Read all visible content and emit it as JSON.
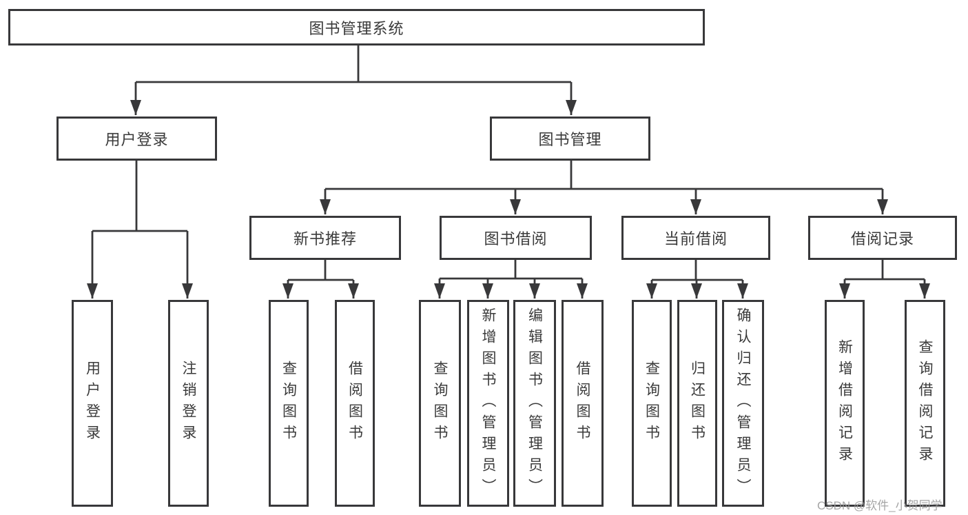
{
  "tree": {
    "root": "图书管理系统",
    "branches": [
      {
        "label": "用户登录",
        "children": [
          "用户登录",
          "注销登录"
        ]
      },
      {
        "label": "图书管理",
        "groups": [
          {
            "label": "新书推荐",
            "children": [
              "查询图书",
              "借阅图书"
            ]
          },
          {
            "label": "图书借阅",
            "children": [
              "查询图书",
              "新增图书（管理员）",
              "编辑图书（管理员）",
              "借阅图书"
            ]
          },
          {
            "label": "当前借阅",
            "children": [
              "查询图书",
              "归还图书",
              "确认归还（管理员）"
            ]
          },
          {
            "label": "借阅记录",
            "children": [
              "新增借阅记录",
              "查询借阅记录"
            ]
          }
        ]
      }
    ]
  },
  "watermark": {
    "text": "CSDN @软件_小贺同学"
  },
  "colors": {
    "line": "#38383a",
    "box_border": "#38383a",
    "text": "#3a3a3a",
    "watermark": "#9c9c9c",
    "background": "#ffffff"
  }
}
